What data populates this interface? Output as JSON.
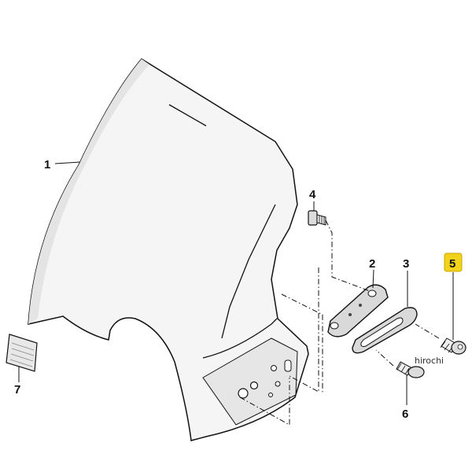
{
  "callouts": {
    "part1": "1",
    "part2": "2",
    "part3": "3",
    "part4": "4",
    "part5": "5",
    "part6": "6",
    "part7": "7"
  },
  "watermark": "hirochi",
  "highlight_color": "#f2d21b"
}
